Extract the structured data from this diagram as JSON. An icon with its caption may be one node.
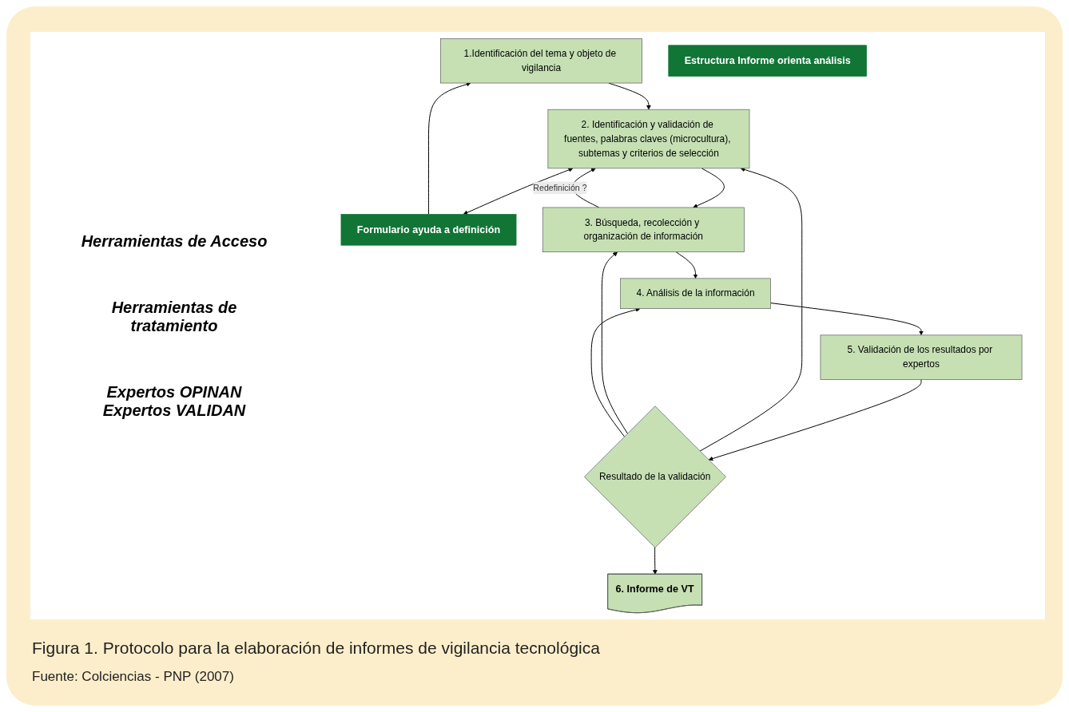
{
  "diagram": {
    "caption": "Figura 1. Protocolo para la elaboración de informes de vigilancia tecnológica",
    "nodes": [
      {
        "text": [
          "1.Identificación del tema y objeto de vigilancia"
        ]
      },
      {
        "text": [
          "Formulario ayuda a definición"
        ]
      },
      {
        "text": [
          "2. Identificación y validación de fuentes, palabras claves (microcultura), subtemas y criterios de selección"
        ]
      },
      {
        "text": [
          "3. Búsqueda, recolección y organización de información"
        ]
      },
      {
        "text": [
          "4. Análisis de la información"
        ]
      },
      {
        "text": [
          "Estructura Informe orienta análisis"
        ]
      },
      {
        "text": [
          "5. Validación de los resultados por expertos"
        ]
      },
      {
        "text": [
          "Resultado de la validación"
        ]
      },
      {
        "text": [
          "6. Informe de VT"
        ]
      }
    ],
    "edges": [
      {
        "from": 1,
        "to": 0,
        "arrow": "to"
      },
      {
        "from": 0,
        "to": 2,
        "arrow": "to"
      },
      {
        "from": 2,
        "to": 1,
        "arrow": "both"
      },
      {
        "from": 2,
        "to": 3,
        "arrow": "to"
      },
      {
        "from": 3,
        "to": 2,
        "arrow": "to",
        "label": "Redefinición ?"
      },
      {
        "from": 3,
        "to": 4,
        "arrow": "to"
      },
      {
        "from": 4,
        "to": 6,
        "arrow": "to"
      },
      {
        "from": 6,
        "to": 7,
        "arrow": "to"
      },
      {
        "from": 7,
        "to": 2,
        "arrow": "to"
      },
      {
        "from": 7,
        "to": 3,
        "arrow": "to"
      },
      {
        "from": 7,
        "to": 4,
        "arrow": "to"
      },
      {
        "from": 7,
        "to": 8,
        "arrow": "to"
      }
    ],
    "labels": [
      "Herramientas de Acceso",
      "Herramientas de tratamiento",
      "Expertos OPINAN Expertos VALIDAN",
      "Fuente: Colciencias - PNP (2007)"
    ]
  }
}
